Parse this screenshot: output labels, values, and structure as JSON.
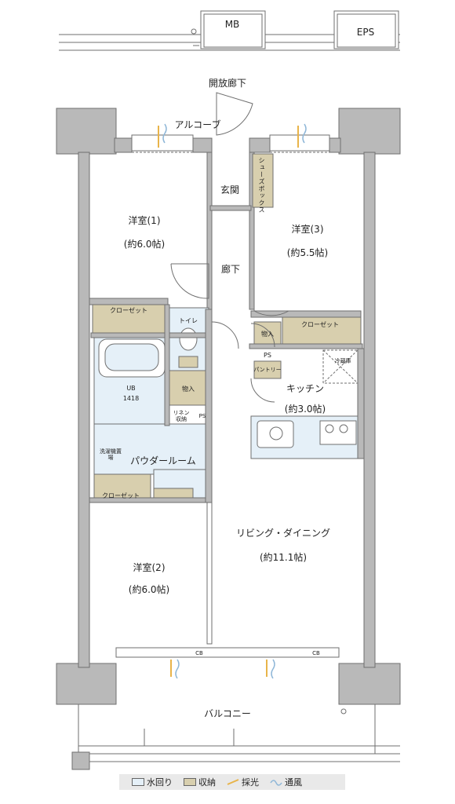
{
  "colors": {
    "wall": "#b9b9b9",
    "wall_stroke": "#6f6f6f",
    "water": "#e5f0f8",
    "storage": "#d8cfae",
    "light": "#e8b44a",
    "wind": "#8fb7d8",
    "legend_bg": "#e9e9e9"
  },
  "labels": {
    "mb": "MB",
    "eps": "EPS",
    "open_corridor": "開放廊下",
    "alcove": "アルコーブ",
    "entrance": "玄関",
    "shoe_box": "シューズボックス",
    "hallway": "廊下",
    "bedroom1": "洋室(1)",
    "bedroom1_size": "(約6.0帖)",
    "bedroom2": "洋室(2)",
    "bedroom2_size": "(約6.0帖)",
    "bedroom3": "洋室(3)",
    "bedroom3_size": "(約5.5帖)",
    "closet1": "クローゼット",
    "closet2": "クローゼット",
    "closet3": "クローゼット",
    "toilet": "トイレ",
    "storage1": "物入",
    "storage2": "物入",
    "ub": "UB",
    "ub_size": "1418",
    "linen": "リネン収納",
    "ps1": "PS",
    "ps2": "PS",
    "pantry": "パントリー",
    "fridge": "冷蔵庫",
    "washer": "洗濯機置場",
    "powder_room": "パウダールーム",
    "kitchen": "キッチン",
    "kitchen_size": "(約3.0帖)",
    "living": "リビング・ダイニング",
    "living_size": "(約11.1帖)",
    "balcony": "バルコニー",
    "cb1": "CB",
    "cb2": "CB"
  },
  "legend": [
    {
      "icon": "water-area-swatch",
      "label": "水回り"
    },
    {
      "icon": "storage-swatch",
      "label": "収納"
    },
    {
      "icon": "daylight-icon",
      "label": "採光"
    },
    {
      "icon": "ventilation-icon",
      "label": "通風"
    }
  ]
}
